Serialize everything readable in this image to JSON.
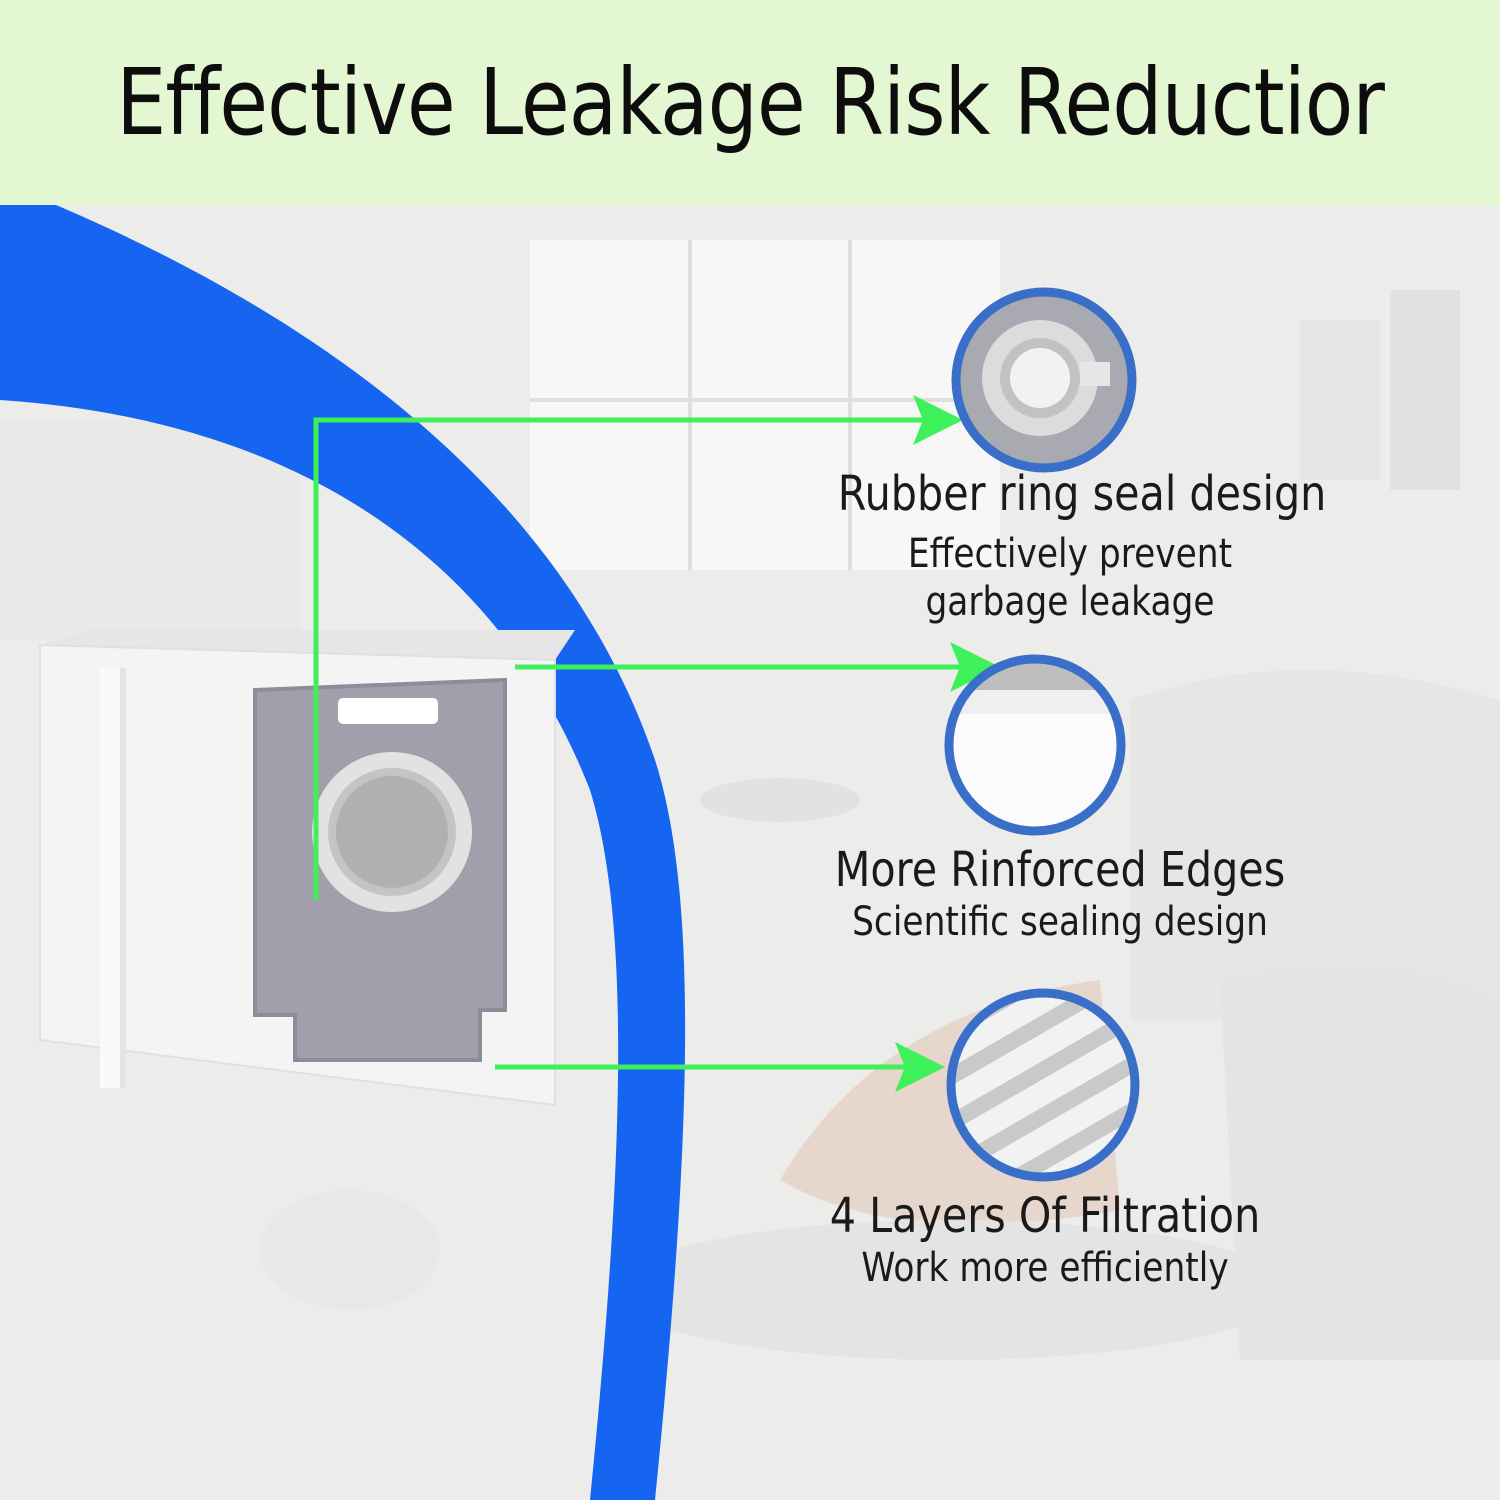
{
  "header": {
    "title": "Effective Leakage Risk Reductior"
  },
  "colors": {
    "accent_blue": "#1565f0",
    "arrow_green": "#3ef05a",
    "header_bg": "#e3f7d2",
    "ring_blue": "#3a6fc9"
  },
  "features": [
    {
      "title": "Rubber ring seal design",
      "subtitle_line1": "Effectively prevent",
      "subtitle_line2": "garbage leakage",
      "icon": "rubber-ring-seal-icon"
    },
    {
      "title": "More Rinforced Edges",
      "subtitle_line1": "Scientific sealing design",
      "icon": "reinforced-edges-icon"
    },
    {
      "title": "4 Layers Of Filtration",
      "subtitle_line1": "Work more efficiently",
      "icon": "filtration-layers-icon"
    }
  ]
}
